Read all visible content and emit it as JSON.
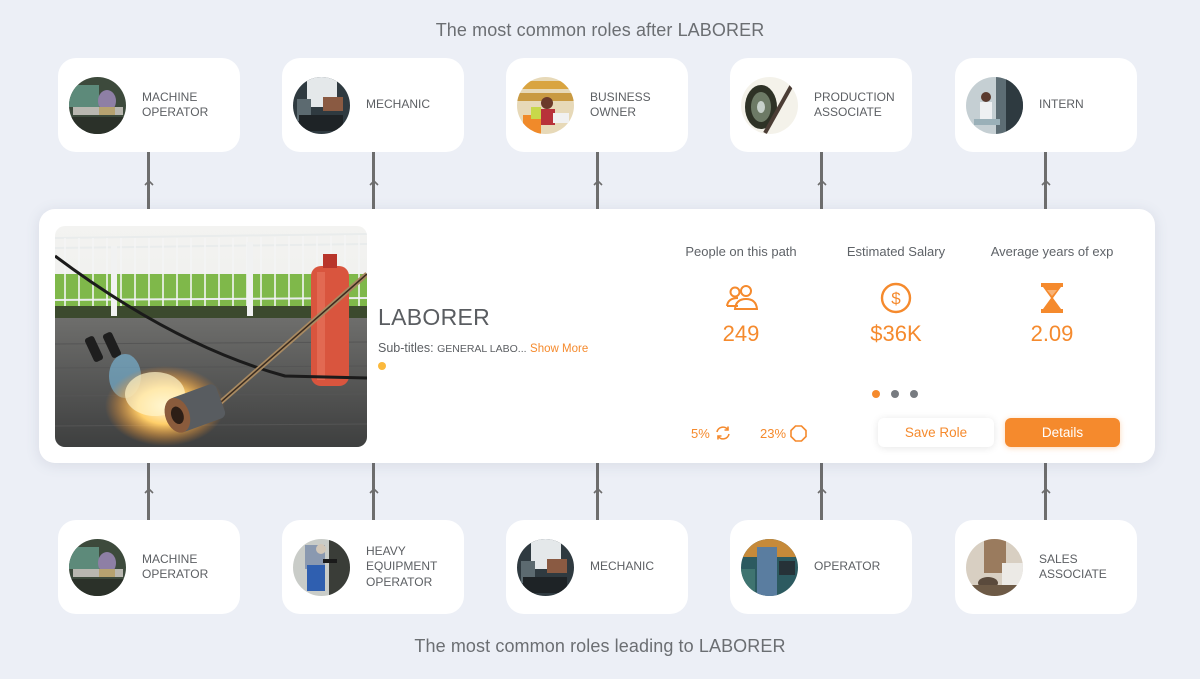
{
  "header": {
    "title": "The most common roles after LABORER"
  },
  "footer": {
    "title": "The most common roles leading to LABORER"
  },
  "next_roles": [
    {
      "label": "MACHINE OPERATOR",
      "image": "machine-operator-photo"
    },
    {
      "label": "MECHANIC",
      "image": "mechanic-photo"
    },
    {
      "label": "BUSINESS OWNER",
      "image": "business-owner-photo"
    },
    {
      "label": "PRODUCTION ASSOCIATE",
      "image": "production-associate-photo"
    },
    {
      "label": "INTERN",
      "image": "intern-photo"
    }
  ],
  "previous_roles": [
    {
      "label": "MACHINE OPERATOR",
      "image": "machine-operator-photo"
    },
    {
      "label": "HEAVY EQUIPMENT OPERATOR",
      "image": "heavy-equipment-operator-photo"
    },
    {
      "label": "MECHANIC",
      "image": "mechanic-photo"
    },
    {
      "label": "OPERATOR",
      "image": "operator-photo"
    },
    {
      "label": "SALES ASSOCIATE",
      "image": "sales-associate-photo"
    }
  ],
  "current_role": {
    "title": "LABORER",
    "image": "roofing-torch-photo",
    "subtitles_label": "Sub-titles:",
    "subtitles_value": "GENERAL LABO...",
    "show_more": "Show More",
    "status_color": "#fbb93c",
    "stats": [
      {
        "label": "People on this path",
        "icon": "people-icon",
        "value": "249"
      },
      {
        "label": "Estimated Salary",
        "icon": "dollar-circle-icon",
        "value": "$36K"
      },
      {
        "label": "Average years of exp",
        "icon": "hourglass-icon",
        "value": "2.09"
      }
    ],
    "pager": {
      "count": 3,
      "active_index": 0
    },
    "metrics": [
      {
        "value": "5%",
        "icon": "refresh-icon"
      },
      {
        "value": "23%",
        "icon": "octagon-icon"
      }
    ],
    "actions": {
      "save": "Save Role",
      "details": "Details"
    }
  },
  "colors": {
    "accent": "#f58a2d",
    "background": "#eceff6",
    "connector": "#6d6d6d"
  }
}
